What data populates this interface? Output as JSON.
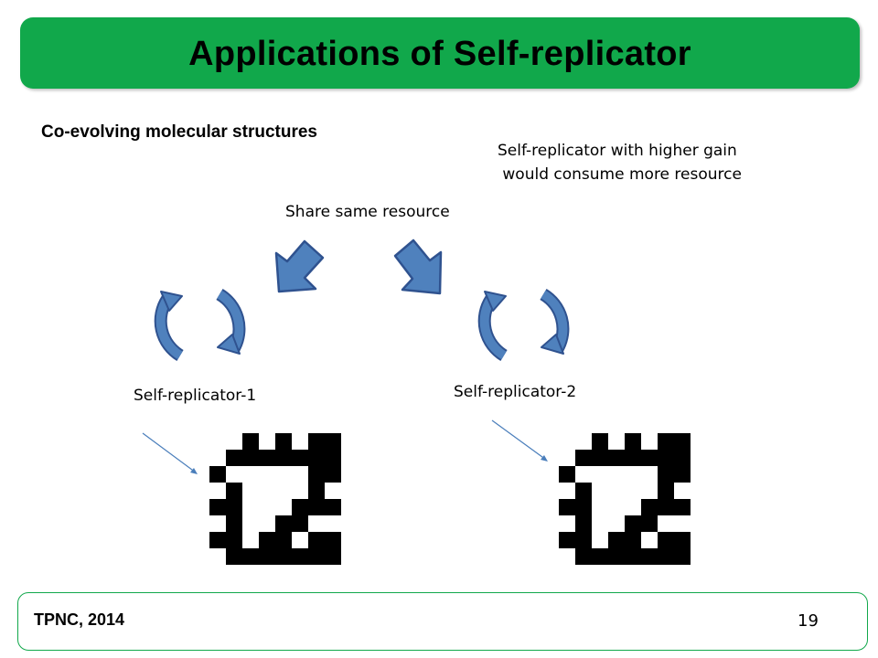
{
  "title": "Applications of Self-replicator",
  "subtitle": "Co-evolving molecular structures",
  "note": {
    "line1": "Self-replicator with higher gain",
    "line2": " would consume more resource"
  },
  "resource_label": "Share same resource",
  "replicators": [
    {
      "label": "Self-replicator-1"
    },
    {
      "label": "Self-replicator-2"
    }
  ],
  "footer": {
    "left": "TPNC, 2014",
    "page_number": "19"
  },
  "colors": {
    "title_bar": "#11a84b",
    "arrow_fill": "#4f81bd",
    "arrow_stroke": "#2f528f",
    "pointer_line": "#4a7ebb",
    "pattern": "#000000"
  },
  "icons": [
    "down-arrow-icon",
    "cycle-arrows-icon",
    "molecule-pattern-icon"
  ]
}
